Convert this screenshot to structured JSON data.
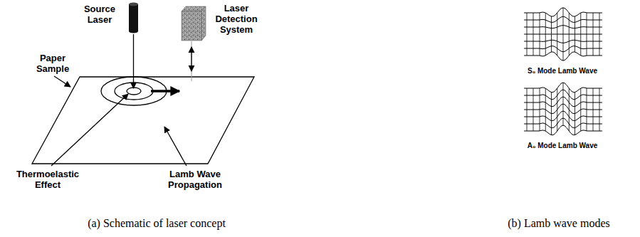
{
  "diagram": {
    "labels": [
      "Source Laser",
      "Laser Detection System",
      "Paper Sample",
      "Thermoelastic Effect",
      "Lamb Wave Propagation",
      "(a) Schematic of laser concept",
      "S₀ Mode Lamb Wave",
      "A₀ Mode Lamb Wave",
      "(b) Lamb wave modes"
    ]
  }
}
